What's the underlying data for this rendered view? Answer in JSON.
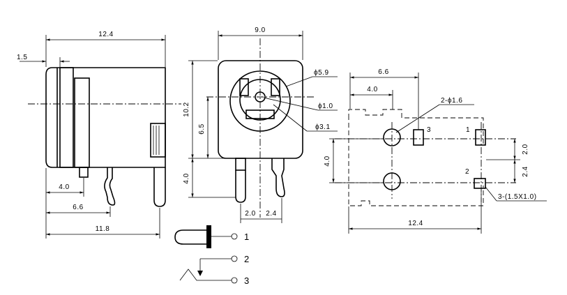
{
  "side_view": {
    "dims": {
      "top_width": "12.4",
      "left_offset": "1.5",
      "d40": "4.0",
      "d66": "6.6",
      "d118": "11.8"
    }
  },
  "front_view": {
    "dims": {
      "width": "9.0",
      "height": "10.2",
      "center_height": "6.5",
      "pin_height": "4.0",
      "pin_gap_left": "2.0",
      "pin_gap_right": "2.4",
      "phi_outer": "ϕ5.9",
      "phi_pin": "ϕ1.0",
      "phi_mid": "ϕ3.1"
    }
  },
  "pcb_view": {
    "dims": {
      "d66": "6.6",
      "d40": "4.0",
      "holes": "2-ϕ1.6",
      "d40_vert": "4.0",
      "d20": "2.0",
      "d24": "2.4",
      "slots": "3-(1.5X1.0)",
      "d124": "12.4"
    },
    "pads": [
      "1",
      "2",
      "3"
    ]
  },
  "schematic": {
    "pins": [
      "1",
      "2",
      "3"
    ]
  }
}
